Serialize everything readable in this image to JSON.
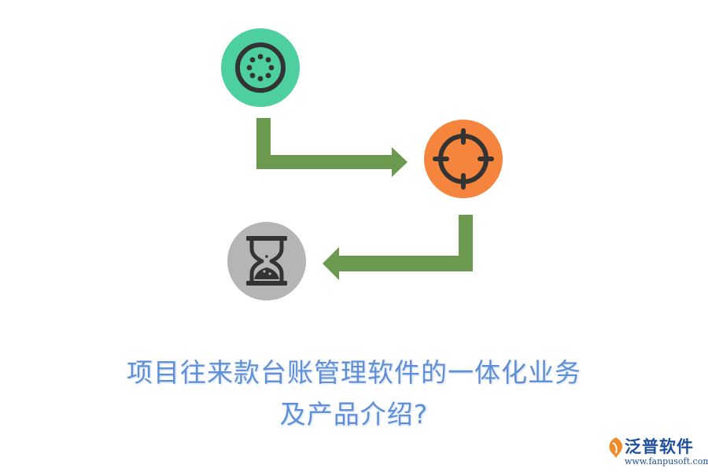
{
  "diagram": {
    "nodes": [
      {
        "id": "top",
        "icon": "dotted-dial-icon",
        "color": "#4ecfa0"
      },
      {
        "id": "right",
        "icon": "crosshair-icon",
        "color": "#f5843d"
      },
      {
        "id": "bottom",
        "icon": "hourglass-icon",
        "color": "#b5b5b5"
      }
    ],
    "arrow_color": "#6b9a4e",
    "icon_stroke_color": "#333333"
  },
  "title": {
    "line1": "项目往来款台账管理软件的一体化业务",
    "line2": "及产品介绍?",
    "color": "#5f8fd6"
  },
  "logo": {
    "name": "泛普软件",
    "url": "www.fanpusoft.com",
    "color": "#1f4f9c"
  }
}
